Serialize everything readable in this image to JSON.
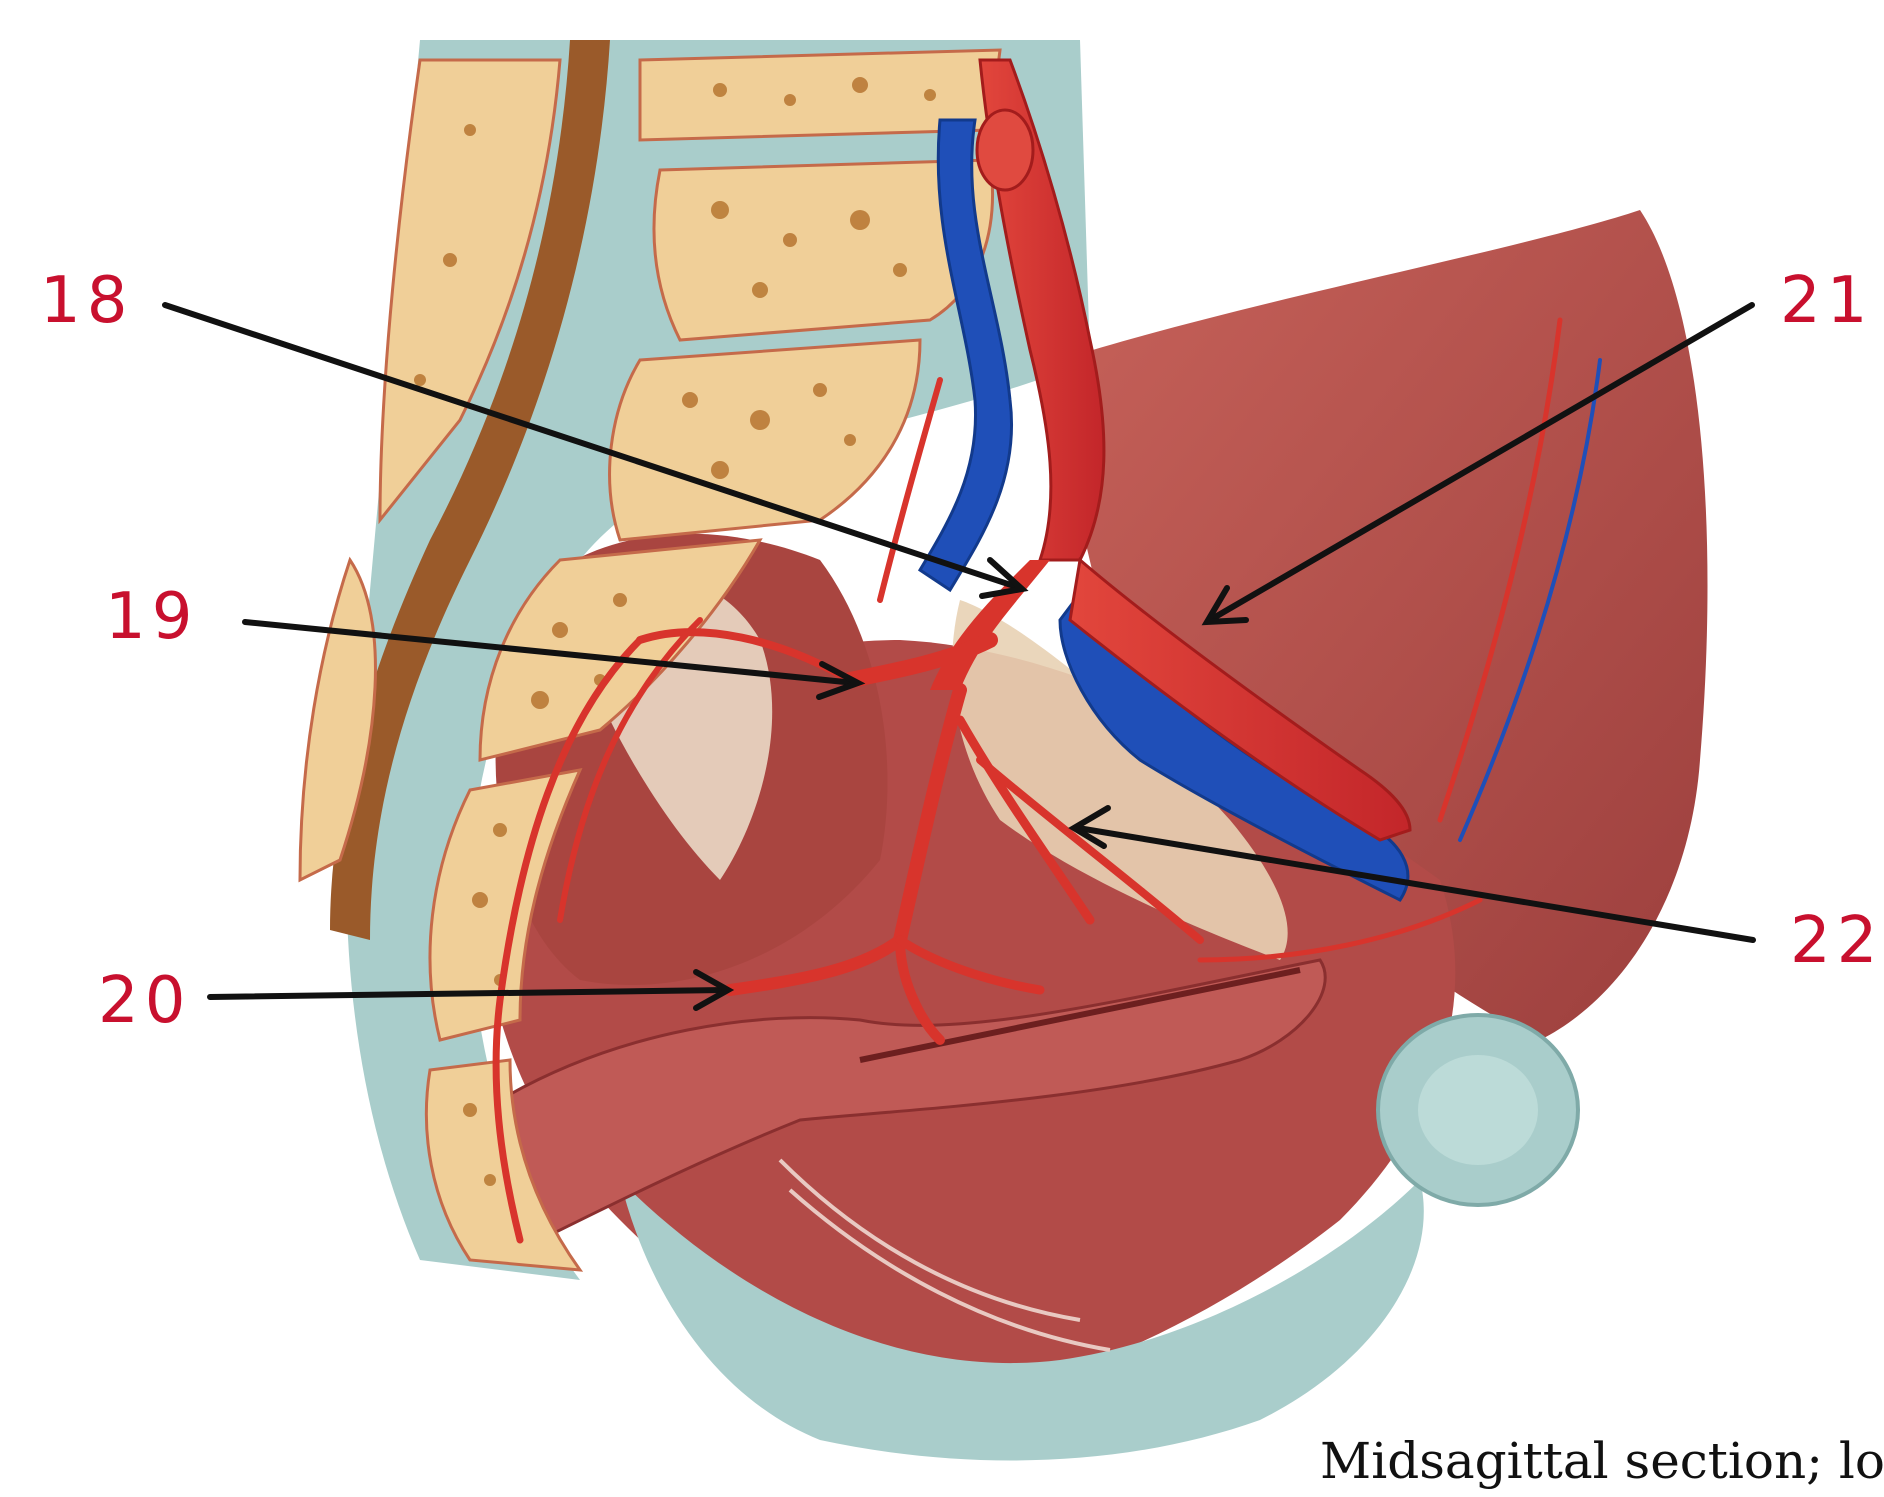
{
  "colors": {
    "artery": "#d8342c",
    "artery_dark": "#a31c1c",
    "vein": "#1f4fb8",
    "bone": "#f0cf98",
    "bone_spot": "#b3702b",
    "muscle": "#b9514c",
    "cartilage": "#a9cdcb",
    "label_red": "#c8102e",
    "leader": "#111111"
  },
  "labels": [
    {
      "id": "18",
      "text": "18"
    },
    {
      "id": "19",
      "text": "19"
    },
    {
      "id": "20",
      "text": "20"
    },
    {
      "id": "21",
      "text": "21"
    },
    {
      "id": "22",
      "text": "22"
    }
  ],
  "caption": "Midsagittal section; loo"
}
